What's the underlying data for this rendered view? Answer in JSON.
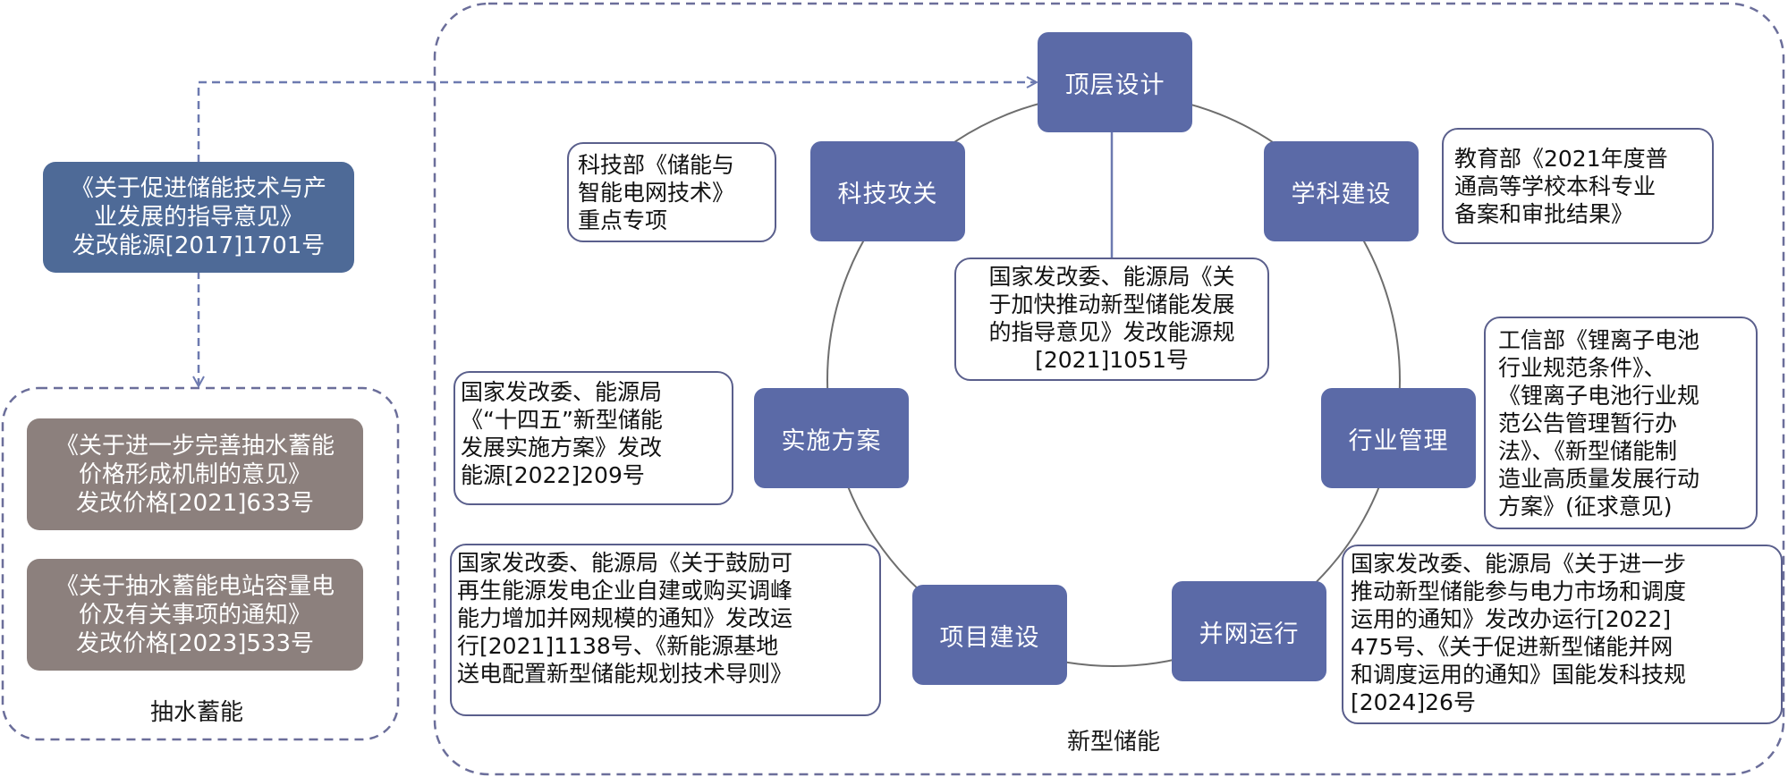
{
  "colors": {
    "node_fill": "#5b6aa7",
    "top_policy_fill": "#4e6a97",
    "pumped_policy_fill": "#8c807d",
    "dashed_border": "#6b6e9a",
    "connector": "#6d7ab0"
  },
  "top_policy": {
    "text": "《关于促进储能技术与产\n业发展的指导意见》\n发改能源[2017]1701号"
  },
  "pumped_storage": {
    "label": "抽水蓄能",
    "policies": [
      "《关于进一步完善抽水蓄能\n价格形成机制的意见》\n发改价格[2021]633号",
      "《关于抽水蓄能电站容量电\n价及有关事项的通知》\n发改价格[2023]533号"
    ]
  },
  "new_storage": {
    "label": "新型储能",
    "nodes": {
      "top_design": "顶层设计",
      "discipline": "学科建设",
      "industry": "行业管理",
      "grid": "并网运行",
      "project": "项目建设",
      "implementation": "实施方案",
      "tech": "科技攻关"
    },
    "policies": {
      "center": "国家发改委、能源局《关\n于加快推动新型储能发展\n的指导意见》发改能源规\n[2021]1051号",
      "tech": "科技部《储能与\n智能电网技术》\n重点专项",
      "education": "教育部《2021年度普\n通高等学校本科专业\n备案和审批结果》",
      "industry": "工信部《锂离子电池\n行业规范条件》、\n《锂离子电池行业规\n范公告管理暂行办\n法》、《新型储能制\n造业高质量发展行动\n方案》(征求意见)",
      "grid": "国家发改委、能源局《关于进一步\n推动新型储能参与电力市场和调度\n运用的通知》发改办运行[2022]\n475号、《关于促进新型储能并网\n和调度运用的通知》国能发科技规\n[2024]26号",
      "implementation": "国家发改委、能源局\n《“十四五”新型储能\n发展实施方案》发改\n能源[2022]209号",
      "project": "国家发改委、能源局《关于鼓励可\n再生能源发电企业自建或购买调峰\n能力增加并网规模的通知》发改运\n行[2021]1138号、《新能源基地\n送电配置新型储能规划技术导则》"
    }
  }
}
